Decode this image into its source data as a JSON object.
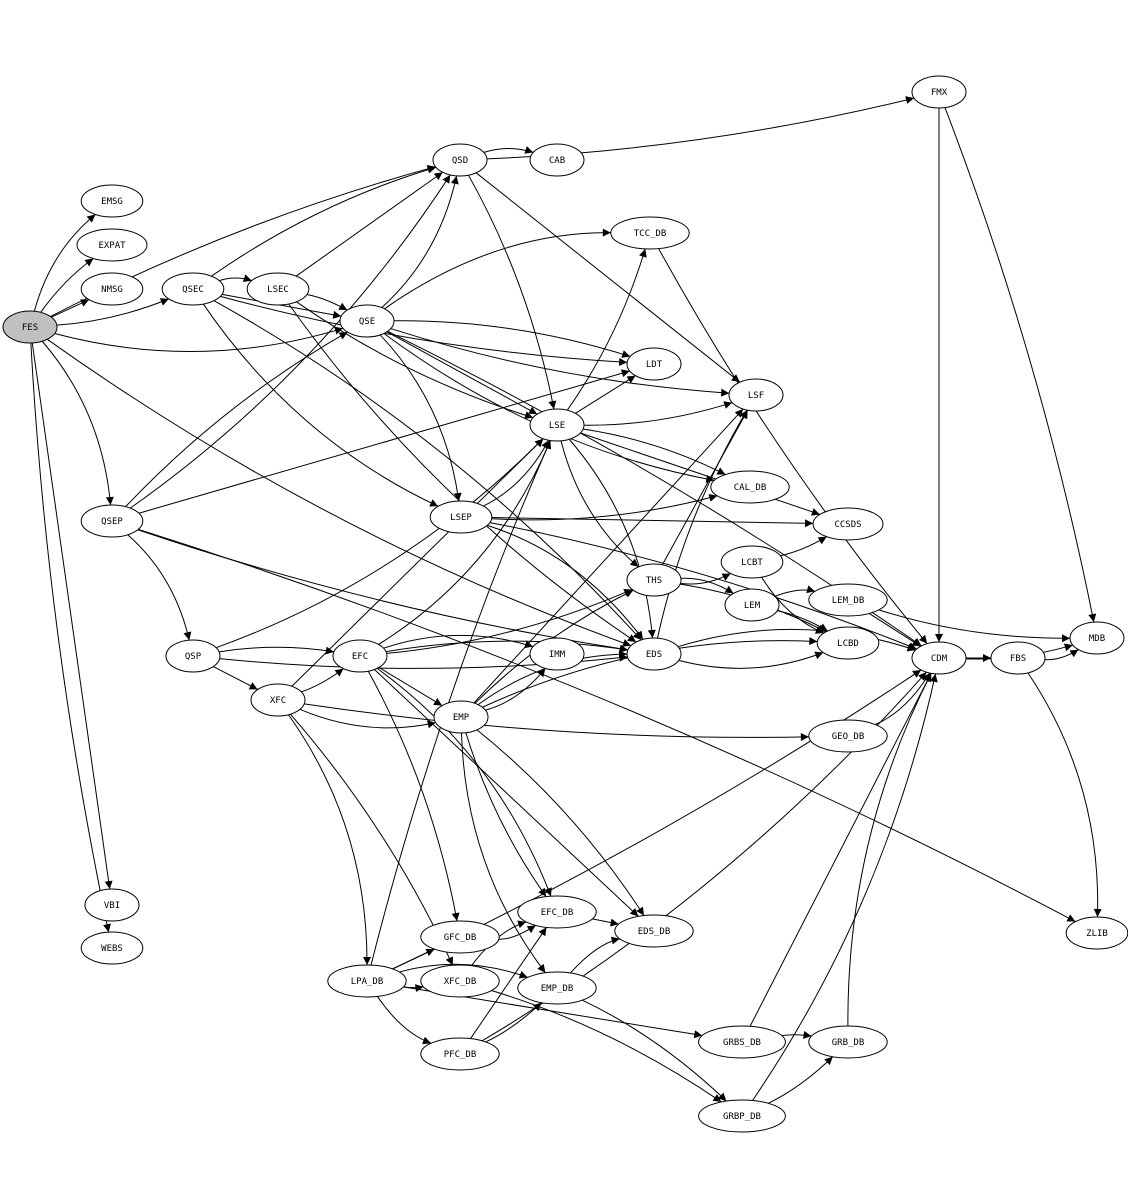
{
  "graph": {
    "nodes": [
      {
        "id": "FES",
        "label": "FES",
        "fill": "#c0c0c0"
      },
      {
        "id": "EMSG",
        "label": "EMSG"
      },
      {
        "id": "EXPAT",
        "label": "EXPAT"
      },
      {
        "id": "NMSG",
        "label": "NMSG"
      },
      {
        "id": "QSEC",
        "label": "QSEC"
      },
      {
        "id": "LSEC",
        "label": "LSEC"
      },
      {
        "id": "QSD",
        "label": "QSD"
      },
      {
        "id": "CAB",
        "label": "CAB"
      },
      {
        "id": "FMX",
        "label": "FMX"
      },
      {
        "id": "TCC_DB",
        "label": "TCC_DB"
      },
      {
        "id": "QSE",
        "label": "QSE"
      },
      {
        "id": "LDT",
        "label": "LDT"
      },
      {
        "id": "LSF",
        "label": "LSF"
      },
      {
        "id": "LSE",
        "label": "LSE"
      },
      {
        "id": "CAL_DB",
        "label": "CAL_DB"
      },
      {
        "id": "CCSDS",
        "label": "CCSDS"
      },
      {
        "id": "QSEP",
        "label": "QSEP"
      },
      {
        "id": "LSEP",
        "label": "LSEP"
      },
      {
        "id": "LCBT",
        "label": "LCBT"
      },
      {
        "id": "THS",
        "label": "THS"
      },
      {
        "id": "LEM",
        "label": "LEM"
      },
      {
        "id": "LEM_DB",
        "label": "LEM_DB"
      },
      {
        "id": "LCBD",
        "label": "LCBD"
      },
      {
        "id": "QSP",
        "label": "QSP"
      },
      {
        "id": "EFC",
        "label": "EFC"
      },
      {
        "id": "IMM",
        "label": "IMM"
      },
      {
        "id": "EDS",
        "label": "EDS"
      },
      {
        "id": "CDM",
        "label": "CDM"
      },
      {
        "id": "FBS",
        "label": "FBS"
      },
      {
        "id": "MDB",
        "label": "MDB"
      },
      {
        "id": "XFC",
        "label": "XFC"
      },
      {
        "id": "EMP",
        "label": "EMP"
      },
      {
        "id": "GEO_DB",
        "label": "GEO_DB"
      },
      {
        "id": "VBI",
        "label": "VBI"
      },
      {
        "id": "WEBS",
        "label": "WEBS"
      },
      {
        "id": "EFC_DB",
        "label": "EFC_DB"
      },
      {
        "id": "GFC_DB",
        "label": "GFC_DB"
      },
      {
        "id": "EDS_DB",
        "label": "EDS_DB"
      },
      {
        "id": "ZLIB",
        "label": "ZLIB"
      },
      {
        "id": "LPA_DB",
        "label": "LPA_DB"
      },
      {
        "id": "XFC_DB",
        "label": "XFC_DB"
      },
      {
        "id": "EMP_DB",
        "label": "EMP_DB"
      },
      {
        "id": "PFC_DB",
        "label": "PFC_DB"
      },
      {
        "id": "GRBS_DB",
        "label": "GRBS_DB"
      },
      {
        "id": "GRB_DB",
        "label": "GRB_DB"
      },
      {
        "id": "GRBP_DB",
        "label": "GRBP_DB"
      }
    ],
    "edges": [
      [
        "FES",
        "EMSG"
      ],
      [
        "FES",
        "EXPAT"
      ],
      [
        "FES",
        "NMSG"
      ],
      [
        "FES",
        "QSEC"
      ],
      [
        "FES",
        "QSE"
      ],
      [
        "FES",
        "QSEP"
      ],
      [
        "FES",
        "QSD"
      ],
      [
        "FES",
        "VBI"
      ],
      [
        "FES",
        "WEBS"
      ],
      [
        "FES",
        "EDS"
      ],
      [
        "QSEC",
        "LSEC"
      ],
      [
        "QSEC",
        "QSD"
      ],
      [
        "QSEC",
        "QSE"
      ],
      [
        "QSEC",
        "LDT"
      ],
      [
        "QSEC",
        "LSEP"
      ],
      [
        "QSEC",
        "EDS"
      ],
      [
        "LSEC",
        "QSE"
      ],
      [
        "LSEC",
        "QSD"
      ],
      [
        "LSEC",
        "LSE"
      ],
      [
        "LSEC",
        "EDS"
      ],
      [
        "QSD",
        "CAB"
      ],
      [
        "QSD",
        "LSE"
      ],
      [
        "QSD",
        "LSF"
      ],
      [
        "QSD",
        "FMX"
      ],
      [
        "QSE",
        "QSD"
      ],
      [
        "QSE",
        "TCC_DB"
      ],
      [
        "QSE",
        "LDT"
      ],
      [
        "QSE",
        "LSE"
      ],
      [
        "QSE",
        "LSF"
      ],
      [
        "QSE",
        "CAL_DB"
      ],
      [
        "QSE",
        "LSEP"
      ],
      [
        "QSE",
        "CDM"
      ],
      [
        "LSE",
        "LDT"
      ],
      [
        "LSE",
        "LSF"
      ],
      [
        "LSE",
        "THS"
      ],
      [
        "LSE",
        "EDS"
      ],
      [
        "LSE",
        "CAL_DB"
      ],
      [
        "LSE",
        "CCSDS"
      ],
      [
        "LSE",
        "TCC_DB"
      ],
      [
        "LSEP",
        "LSE"
      ],
      [
        "LSEP",
        "EDS"
      ],
      [
        "LSEP",
        "CDM"
      ],
      [
        "LSEP",
        "CCSDS"
      ],
      [
        "LSEP",
        "CAL_DB"
      ],
      [
        "THS",
        "LCBT"
      ],
      [
        "THS",
        "LEM"
      ],
      [
        "THS",
        "LCBD"
      ],
      [
        "THS",
        "LSF"
      ],
      [
        "LCBT",
        "CCSDS"
      ],
      [
        "LCBT",
        "LCBD"
      ],
      [
        "LEM",
        "LEM_DB"
      ],
      [
        "LEM",
        "LCBD"
      ],
      [
        "LEM_DB",
        "CDM"
      ],
      [
        "LEM_DB",
        "MDB"
      ],
      [
        "EDS",
        "LCBD"
      ],
      [
        "EDS",
        "CDM"
      ],
      [
        "EDS",
        "LSF"
      ],
      [
        "CDM",
        "FBS"
      ],
      [
        "CDM",
        "MDB"
      ],
      [
        "FBS",
        "MDB"
      ],
      [
        "FBS",
        "ZLIB"
      ],
      [
        "FMX",
        "MDB"
      ],
      [
        "FMX",
        "CDM"
      ],
      [
        "TCC_DB",
        "CDM"
      ],
      [
        "GEO_DB",
        "CDM"
      ],
      [
        "GRB_DB",
        "CDM"
      ],
      [
        "GRBS_DB",
        "GRB_DB"
      ],
      [
        "GRBS_DB",
        "CDM"
      ],
      [
        "GRBP_DB",
        "GRB_DB"
      ],
      [
        "GRBP_DB",
        "CDM"
      ],
      [
        "QSEP",
        "QSP"
      ],
      [
        "QSEP",
        "QSE"
      ],
      [
        "QSEP",
        "LDT"
      ],
      [
        "QSEP",
        "EDS"
      ],
      [
        "QSEP",
        "QSD"
      ],
      [
        "QSEP",
        "ZLIB"
      ],
      [
        "QSP",
        "EFC"
      ],
      [
        "QSP",
        "XFC"
      ],
      [
        "QSP",
        "EDS"
      ],
      [
        "QSP",
        "LSE"
      ],
      [
        "EFC",
        "IMM"
      ],
      [
        "EFC",
        "EDS"
      ],
      [
        "EFC",
        "EMP"
      ],
      [
        "EFC",
        "THS"
      ],
      [
        "EFC",
        "LSE"
      ],
      [
        "EFC",
        "EFC_DB"
      ],
      [
        "EFC",
        "GFC_DB"
      ],
      [
        "EFC",
        "EDS_DB"
      ],
      [
        "XFC",
        "EFC"
      ],
      [
        "XFC",
        "EMP"
      ],
      [
        "XFC",
        "LPA_DB"
      ],
      [
        "XFC",
        "XFC_DB"
      ],
      [
        "XFC",
        "LSE"
      ],
      [
        "XFC",
        "GEO_DB"
      ],
      [
        "EMP",
        "IMM"
      ],
      [
        "EMP",
        "EDS"
      ],
      [
        "EMP",
        "THS"
      ],
      [
        "EMP",
        "LSF"
      ],
      [
        "EMP",
        "EFC_DB"
      ],
      [
        "EMP",
        "EMP_DB"
      ],
      [
        "EMP",
        "LCBD"
      ],
      [
        "EMP",
        "EDS_DB"
      ],
      [
        "LPA_DB",
        "GFC_DB"
      ],
      [
        "LPA_DB",
        "XFC_DB"
      ],
      [
        "LPA_DB",
        "PFC_DB"
      ],
      [
        "LPA_DB",
        "EMP_DB"
      ],
      [
        "LPA_DB",
        "LSE"
      ],
      [
        "LPA_DB",
        "GRBS_DB"
      ],
      [
        "LPA_DB",
        "CDM"
      ],
      [
        "GFC_DB",
        "EFC_DB"
      ],
      [
        "XFC_DB",
        "EFC_DB"
      ],
      [
        "XFC_DB",
        "GRBP_DB"
      ],
      [
        "PFC_DB",
        "EFC_DB"
      ],
      [
        "PFC_DB",
        "EMP_DB"
      ],
      [
        "PFC_DB",
        "CDM"
      ],
      [
        "EMP_DB",
        "EDS_DB"
      ],
      [
        "EMP_DB",
        "GRBP_DB"
      ],
      [
        "EFC_DB",
        "EDS_DB"
      ]
    ]
  }
}
